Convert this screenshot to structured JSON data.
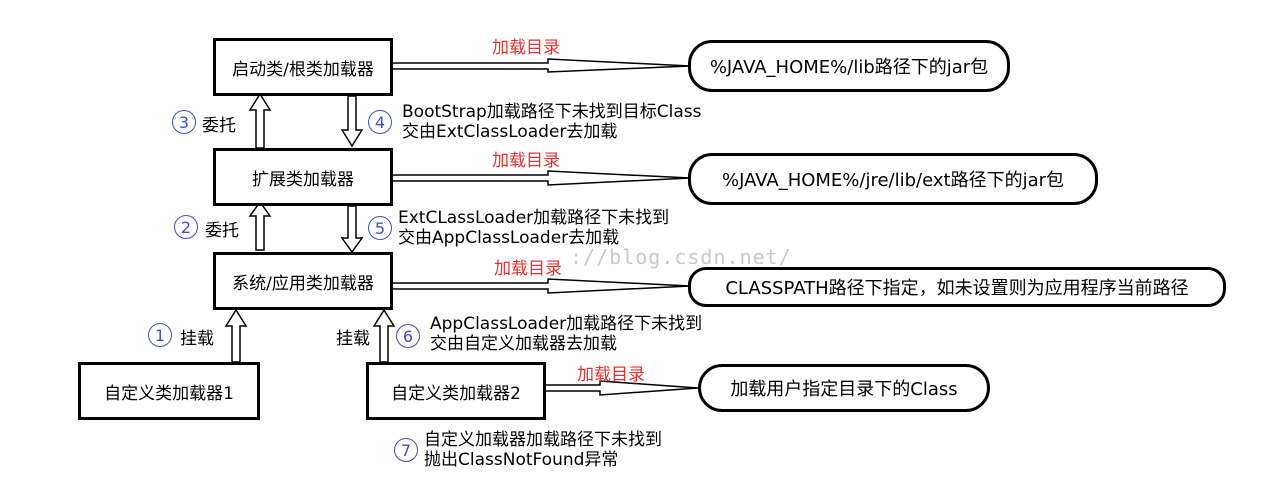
{
  "loaders": {
    "bootstrap": "启动类/根类加载器",
    "extension": "扩展类加载器",
    "application": "系统/应用类加载器",
    "custom1": "自定义类加载器1",
    "custom2": "自定义类加载器2"
  },
  "targets": {
    "bootstrap": "%JAVA_HOME%/lib路径下的jar包",
    "extension": "%JAVA_HOME%/jre/lib/ext路径下的jar包",
    "application": "CLASSPATH路径下指定，如未设置则为应用程序当前路径",
    "custom2": "加载用户指定目录下的Class"
  },
  "load_dir_label": "加载目录",
  "steps": {
    "s1": {
      "num": "1",
      "text": "挂载"
    },
    "s2": {
      "num": "2",
      "text": "委托"
    },
    "s3": {
      "num": "3",
      "text": "委托"
    },
    "s4": {
      "num": "4",
      "line1": "BootStrap加载路径下未找到目标Class",
      "line2": "交由ExtClassLoader去加载"
    },
    "s5": {
      "num": "5",
      "line1": "ExtCLassLoader加载路径下未找到",
      "line2": "交由AppClassLoader去加载"
    },
    "s6": {
      "num": "6",
      "line1": "AppClassLoader加载路径下未找到",
      "line2": "交由自定义加载器去加载"
    },
    "s7": {
      "num": "7",
      "line1": "自定义加载器加载路径下未找到",
      "line2": "抛出ClassNotFound异常"
    }
  },
  "custom2_hang_label": "挂载",
  "watermark": "://blog.csdn.net/",
  "colors": {
    "red": "#e8312f",
    "blue": "#3a50c8"
  }
}
